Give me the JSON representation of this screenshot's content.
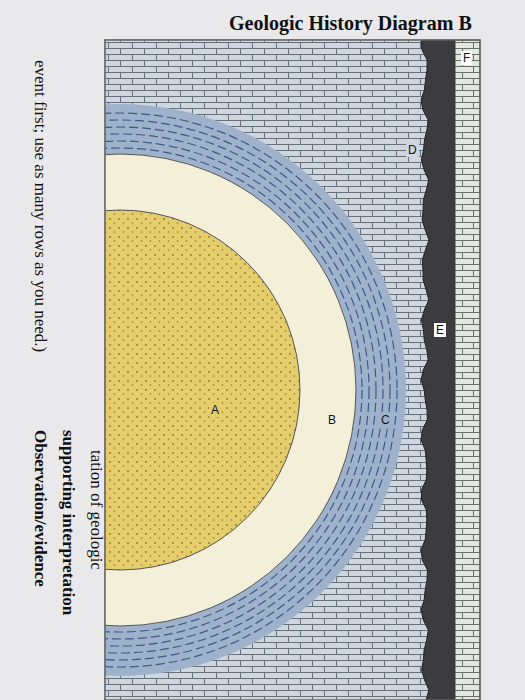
{
  "diagram": {
    "title": "Geologic History Diagram B",
    "labels": [
      "A",
      "B",
      "C",
      "D",
      "E",
      "F",
      "event first; use as many rows as you need.)",
      "tation of geologic",
      "Observation/evidence",
      "supporting interpretation"
    ]
  }
}
